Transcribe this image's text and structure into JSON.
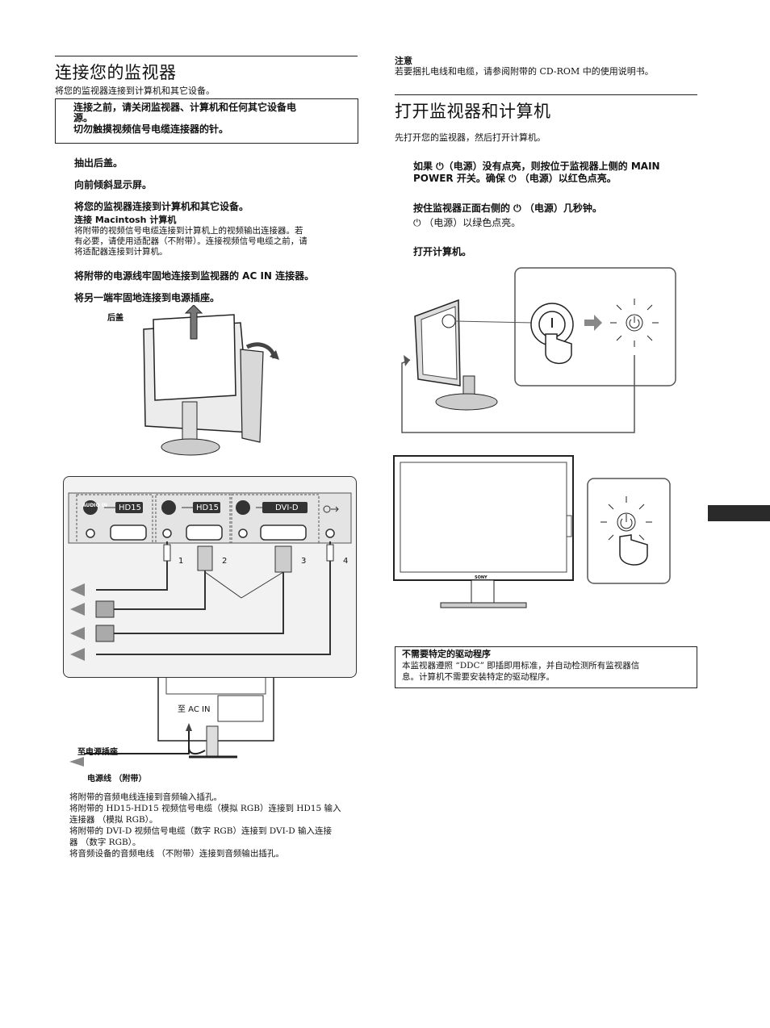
{
  "left": {
    "title": "连接您的监视器",
    "intro": "将您的监视器连接到计算机和其它设备。",
    "warning_line1": "连接之前，请关闭监视器、计算机和任何其它设备电",
    "warning_line2": "源。",
    "warning_line3": "切勿触摸视频信号电缆连接器的针。",
    "step1": "抽出后盖。",
    "step2": "向前倾斜显示屏。",
    "step3": "将您的监视器连接到计算机和其它设备。",
    "mac_heading": "连接 Macintosh 计算机",
    "mac_line1": "将附带的视频信号电缆连接到计算机上的视频输出连接器。若",
    "mac_line2": "有必要，请使用适配器（不附带）。连接视频信号电缆之前，请",
    "mac_line3": "将适配器连接到计算机。",
    "step4": "将附带的电源线牢固地连接到监视器的 AC  IN 连接器。",
    "step5": "将另一端牢固地连接到电源插座。",
    "rear_cover_label": "后盖",
    "ports": {
      "audio_in": "AUDIO IN",
      "hd15_1": "HD15",
      "hd15_2": "HD15",
      "dvid": "DVI-D"
    },
    "cable_numbers": [
      "1",
      "2",
      "3",
      "4"
    ],
    "ac_in_label": "至 AC IN",
    "to_outlet_label": "至电源插座",
    "power_cord_label": "电源线 （附带）",
    "legend_line1": "将附带的音频电线连接到音频输入插孔。",
    "legend_line2": "将附带的 HD15-HD15 视频信号电缆（模拟 RGB）连接到 HD15 输入",
    "legend_line3": "连接器 （模拟 RGB）。",
    "legend_line4": "将附带的 DVI-D 视频信号电缆（数字 RGB）连接到 DVI-D 输入连接",
    "legend_line5": "器 （数字 RGB）。",
    "legend_line6": "将音频设备的音频电线 （不附带）连接到音频输出插孔。"
  },
  "right": {
    "note_heading": "注意",
    "note_text": "若要捆扎电线和电缆，请参阅附带的 CD-ROM 中的使用说明书。",
    "title": "打开监视器和计算机",
    "intro": "先打开您的监视器，然后打开计算机。",
    "step1_line1": "如果 ⏻（电源）没有点亮，则按位于监视器上侧的 MAIN",
    "step1_line2": "POWER 开关。确保 ⏻ （电源）以红色点亮。",
    "step2_line1": "按住监视器正面右侧的 ⏻ （电源）几秒钟。",
    "step2_line2": "⏻ （电源）以绿色点亮。",
    "step3": "打开计算机。",
    "brand": "SONY",
    "driver_heading": "不需要特定的驱动程序",
    "driver_line1": "本监视器遵照 “DDC” 即插即用标准，并自动检测所有监视器信",
    "driver_line2": "息。计算机不需要安装特定的驱动程序。"
  }
}
